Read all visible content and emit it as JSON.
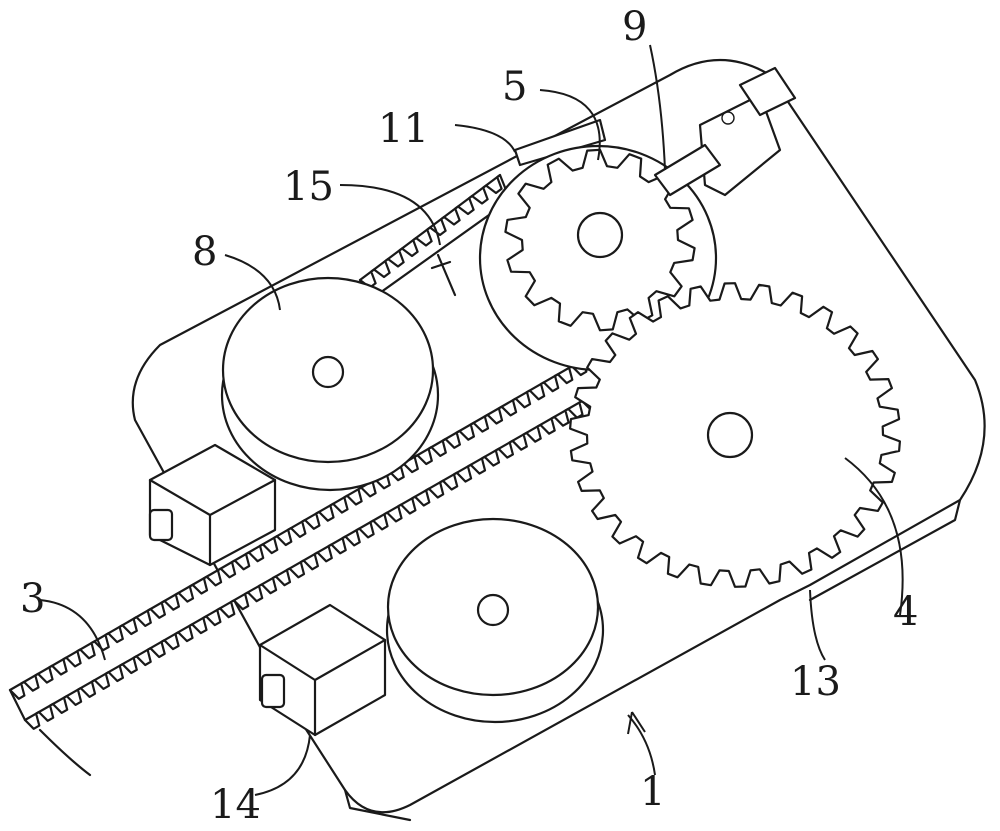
{
  "labels": {
    "l1": "1",
    "l3": "3",
    "l4": "4",
    "l5": "5",
    "l8": "8",
    "l9": "9",
    "l11": "11",
    "l13": "13",
    "l14": "14",
    "l15": "15"
  }
}
